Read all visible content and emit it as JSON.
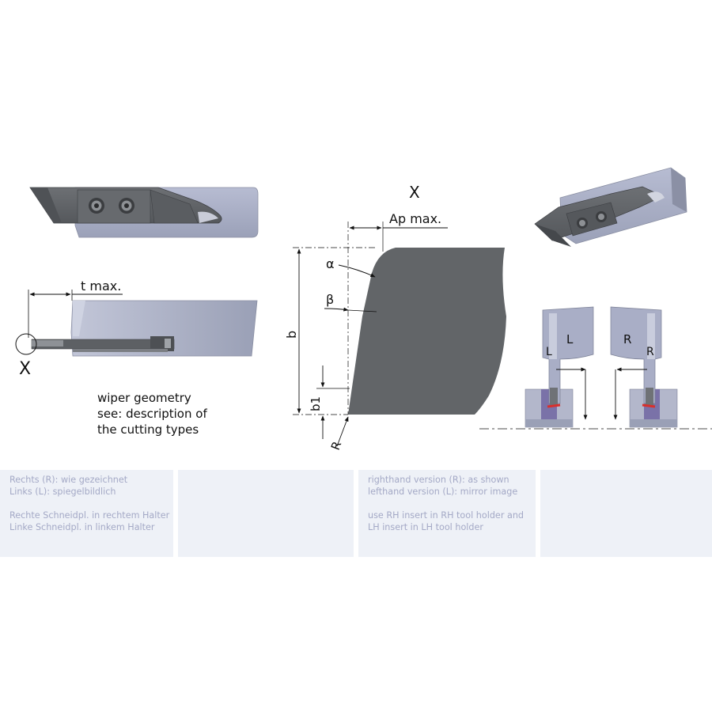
{
  "labels": {
    "t_max": "t max.",
    "x_left": "X",
    "x_center": "X",
    "ap_max": "Ap max.",
    "alpha": "α",
    "beta": "β",
    "b": "b",
    "b1": "b1",
    "r": "R",
    "insert_left": "L",
    "holder_left": "L",
    "insert_right": "R",
    "holder_right": "R"
  },
  "wiper_note": {
    "line1": "wiper geometry",
    "line2": "see: description of",
    "line3": "the cutting types"
  },
  "panels": {
    "german": {
      "line1": "Rechts (R): wie gezeichnet",
      "line2": "Links (L): spiegelbildlich",
      "line3": "Rechte Schneidpl. in rechtem Halter",
      "line4": "Linke Schneidpl. in linkem Halter"
    },
    "english": {
      "line1": "righthand version (R): as shown",
      "line2": "lefthand version (L): mirror image",
      "line3": "use RH insert in RH tool holder and",
      "line4": "LH insert in LH tool holder"
    }
  },
  "colors": {
    "steel_light": "#a9aec6",
    "steel_mid": "#8f95a8",
    "insert_dark": "#616468",
    "insert_shade": "#4a4c50",
    "workpiece_purple": "#7a72a8",
    "cut_red": "#d8302c",
    "panel_bg": "#eef1f7",
    "panel_text": "#a4a9c6"
  }
}
